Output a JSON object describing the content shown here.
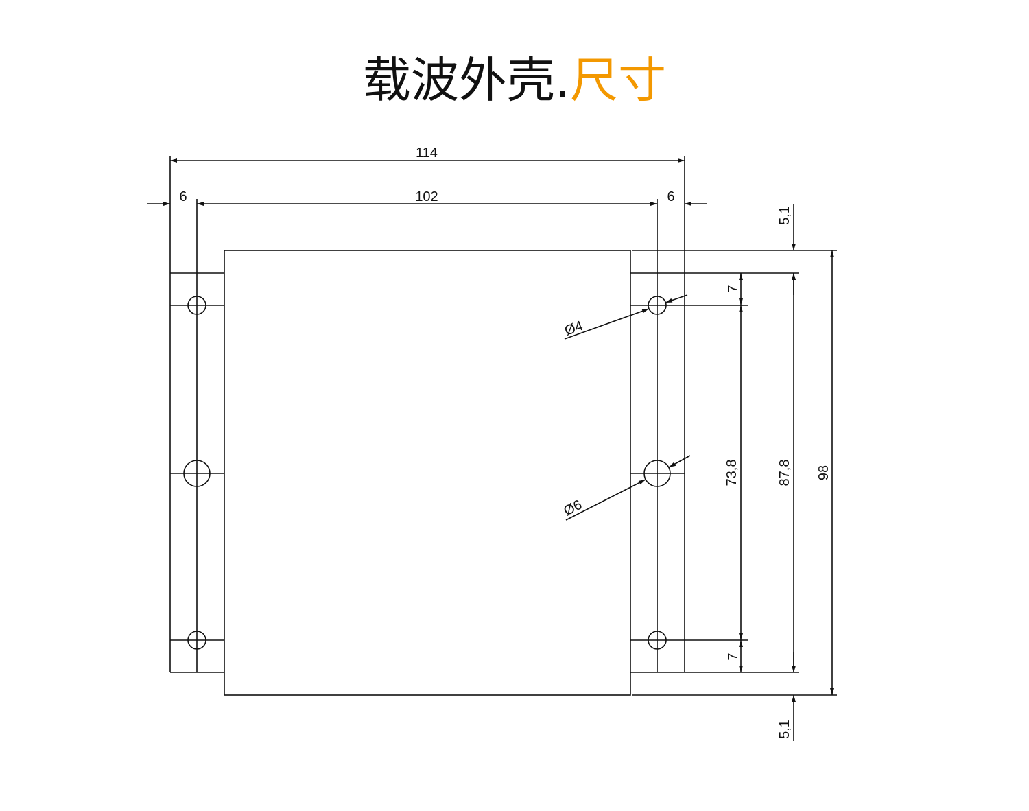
{
  "title": {
    "main": "载波外壳.",
    "accent": "尺寸",
    "accent_color": "#f39800"
  },
  "dimensions": {
    "overall_width": "114",
    "hole_spacing_width": "102",
    "left_margin": "6",
    "right_margin": "6",
    "top_offset": "5,1",
    "bottom_offset": "5,1",
    "top_hole_offset": "7",
    "bottom_hole_offset": "7",
    "hole_spacing_height": "73,8",
    "flange_height": "87,8",
    "overall_height": "98",
    "small_hole_diameter": "Ø4",
    "large_hole_diameter": "Ø6"
  }
}
